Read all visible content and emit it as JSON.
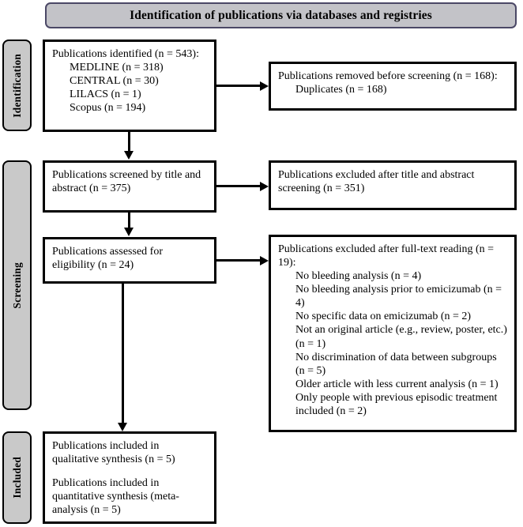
{
  "banner": {
    "title": "Identification of publications via databases and registries"
  },
  "stages": [
    {
      "id": "identification",
      "label": "Identification"
    },
    {
      "id": "screening",
      "label": "Screening"
    },
    {
      "id": "included",
      "label": "Included"
    }
  ],
  "boxes": {
    "identified": {
      "line1": "Publications identified (n = 543):",
      "line2": "MEDLINE (n = 318)",
      "line3": "CENTRAL (n = 30)",
      "line4": "LILACS (n = 1)",
      "line5": "Scopus (n = 194)"
    },
    "removed": {
      "line1": "Publications removed before screening (n = 168):",
      "line2": "Duplicates (n = 168)"
    },
    "screened": {
      "line1": "Publications screened by title and abstract (n = 375)"
    },
    "excluded_title_abstract": {
      "line1": "Publications excluded after title and abstract screening (n = 351)"
    },
    "eligibility": {
      "line1": "Publications assessed for eligibility (n = 24)"
    },
    "excluded_fulltext": {
      "line1": "Publications excluded after full-text reading (n = 19):",
      "reason1": "No bleeding analysis (n = 4)",
      "reason2": "No bleeding analysis prior to emicizumab (n = 4)",
      "reason3": "No specific data on emicizumab (n = 2)",
      "reason4": "Not an original article (e.g., review, poster, etc.) (n = 1)",
      "reason5": "No discrimination of data between subgroups (n = 5)",
      "reason6": "Older article with less current analysis (n = 1)",
      "reason7": "Only people with previous episodic treatment included (n = 2)"
    },
    "included": {
      "line1": "Publications included in qualitative synthesis (n = 5)",
      "line2": "Publications included in quantitative synthesis (meta-analysis (n = 5)"
    }
  },
  "colors": {
    "banner_fill": "#c3c3c8",
    "banner_border": "#4b4866",
    "stage_fill": "#c9c9c9",
    "box_border": "#000000",
    "box_fill": "#ffffff"
  }
}
